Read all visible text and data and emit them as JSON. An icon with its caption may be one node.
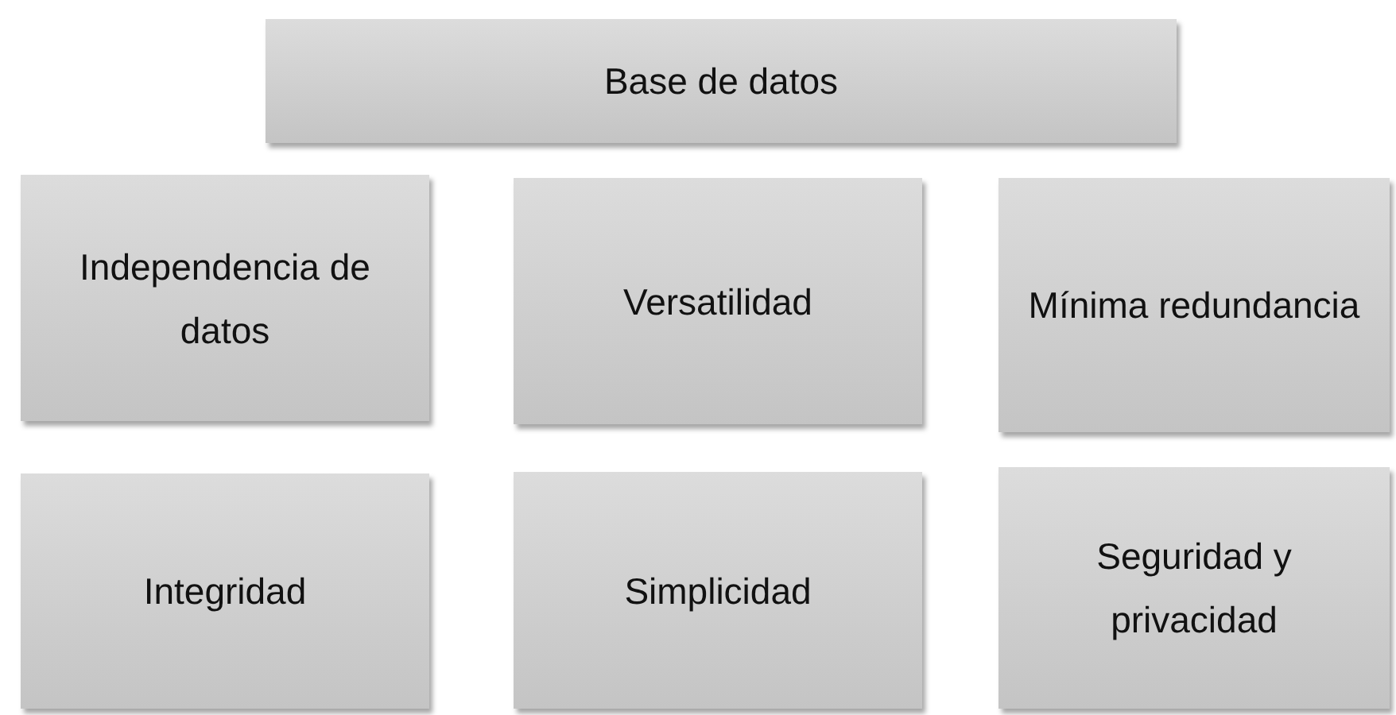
{
  "diagram": {
    "nodes": [
      {
        "text": [
          "Base de datos"
        ]
      },
      {
        "text": [
          "Independencia de datos"
        ]
      },
      {
        "text": [
          "Versatilidad"
        ]
      },
      {
        "text": [
          "Mínima redundancia"
        ]
      },
      {
        "text": [
          "Integridad"
        ]
      },
      {
        "text": [
          "Simplicidad"
        ]
      },
      {
        "text": [
          "Seguridad y privacidad"
        ]
      }
    ]
  }
}
